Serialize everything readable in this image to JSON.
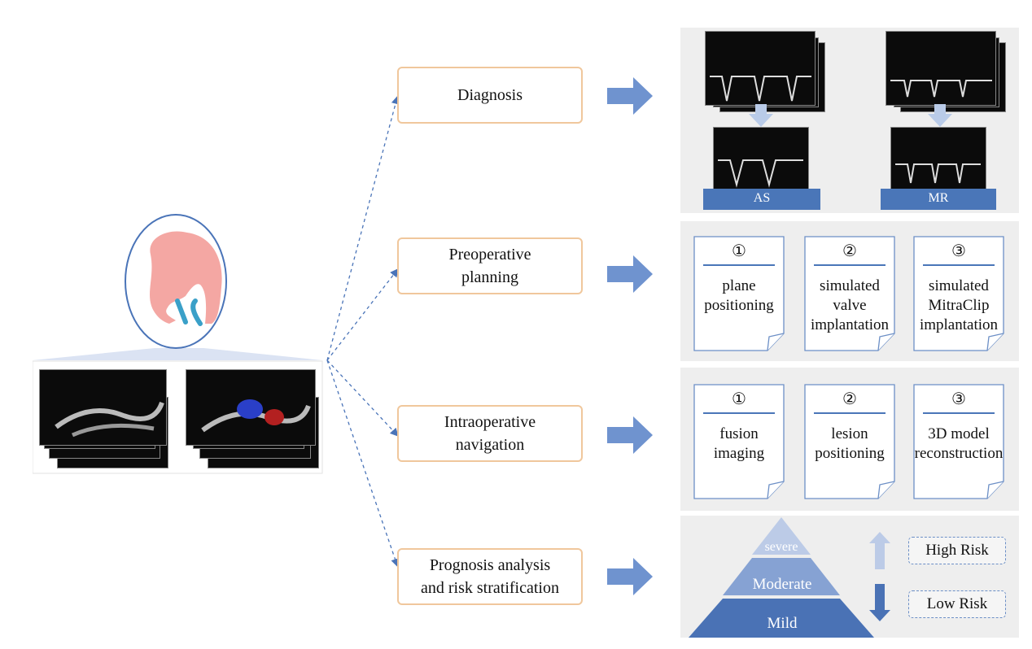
{
  "stages": [
    {
      "id": "diagnosis",
      "label": "Diagnosis"
    },
    {
      "id": "planning",
      "label": "Preoperative\nplanning"
    },
    {
      "id": "navigation",
      "label": "Intraoperative\nnavigation"
    },
    {
      "id": "prognosis",
      "label": "Prognosis analysis\nand risk stratification"
    }
  ],
  "diagnosis": {
    "as_label": "AS",
    "mr_label": "MR"
  },
  "planning_steps": [
    {
      "num": "①",
      "text": "plane\npositioning"
    },
    {
      "num": "②",
      "text": "simulated\nvalve\nimplantation"
    },
    {
      "num": "③",
      "text": "simulated\nMitraClip\nimplantation"
    }
  ],
  "navigation_steps": [
    {
      "num": "①",
      "text": "fusion\nimaging"
    },
    {
      "num": "②",
      "text": "lesion\npositioning"
    },
    {
      "num": "③",
      "text": "3D model\nreconstruction"
    }
  ],
  "prognosis": {
    "levels": {
      "top": "severe",
      "middle": "Moderate",
      "bottom": "Mild"
    },
    "high_risk": "High Risk",
    "low_risk": "Low Risk"
  },
  "colors": {
    "box_border": "#f0c79c",
    "arrow": "#6f93cf",
    "label_bar": "#4a76b8",
    "heart": "#f4a7a3",
    "valve": "#3aa0c8"
  }
}
